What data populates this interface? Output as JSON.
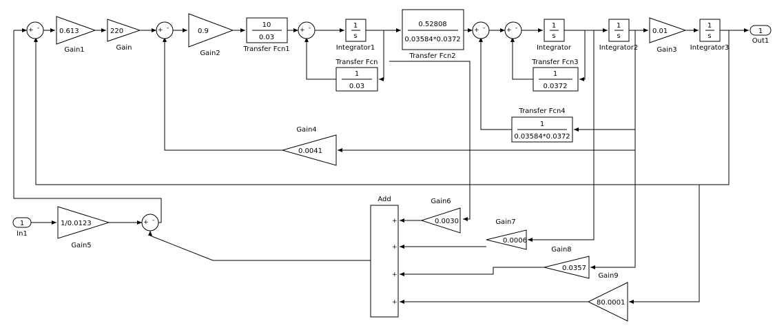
{
  "blocks": {
    "in1": {
      "label": "In1",
      "port": "1"
    },
    "out1": {
      "label": "Out1",
      "port": "1"
    },
    "gain": {
      "label": "Gain",
      "value": "220"
    },
    "gain1": {
      "label": "Gain1",
      "value": "0.613"
    },
    "gain2": {
      "label": "Gain2",
      "value": "0.9"
    },
    "gain3": {
      "label": "Gain3",
      "value": "0.01"
    },
    "gain4": {
      "label": "Gain4",
      "value": "0.0041"
    },
    "gain5": {
      "label": "Gain5",
      "value": "1/0.0123"
    },
    "gain6": {
      "label": "Gain6",
      "value": "0.0030"
    },
    "gain7": {
      "label": "Gain7",
      "value": "0.0006"
    },
    "gain8": {
      "label": "Gain8",
      "value": "0.0357"
    },
    "gain9": {
      "label": "Gain9",
      "value": "80.0001"
    },
    "tf": {
      "label": "Transfer Fcn",
      "num": "1",
      "den": "0.03"
    },
    "tf1": {
      "label": "Transfer Fcn1",
      "num": "10",
      "den": "0.03"
    },
    "tf2": {
      "label": "Transfer Fcn2",
      "num": "0.52808",
      "den": "0.03584*0.0372"
    },
    "tf3": {
      "label": "Transfer Fcn3",
      "num": "1",
      "den": "0.0372"
    },
    "tf4": {
      "label": "Transfer Fcn4",
      "num": "1",
      "den": "0.03584*0.0372"
    },
    "integrator": {
      "label": "Integrator",
      "num": "1",
      "den": "s"
    },
    "integrator1": {
      "label": "Integrator1",
      "num": "1",
      "den": "s"
    },
    "integrator2": {
      "label": "Integrator2",
      "num": "1",
      "den": "s"
    },
    "integrator3": {
      "label": "Integrator3",
      "num": "1",
      "den": "s"
    },
    "add": {
      "label": "Add",
      "sign": "+"
    },
    "sum": {
      "plus": "+",
      "minus": "-"
    }
  }
}
